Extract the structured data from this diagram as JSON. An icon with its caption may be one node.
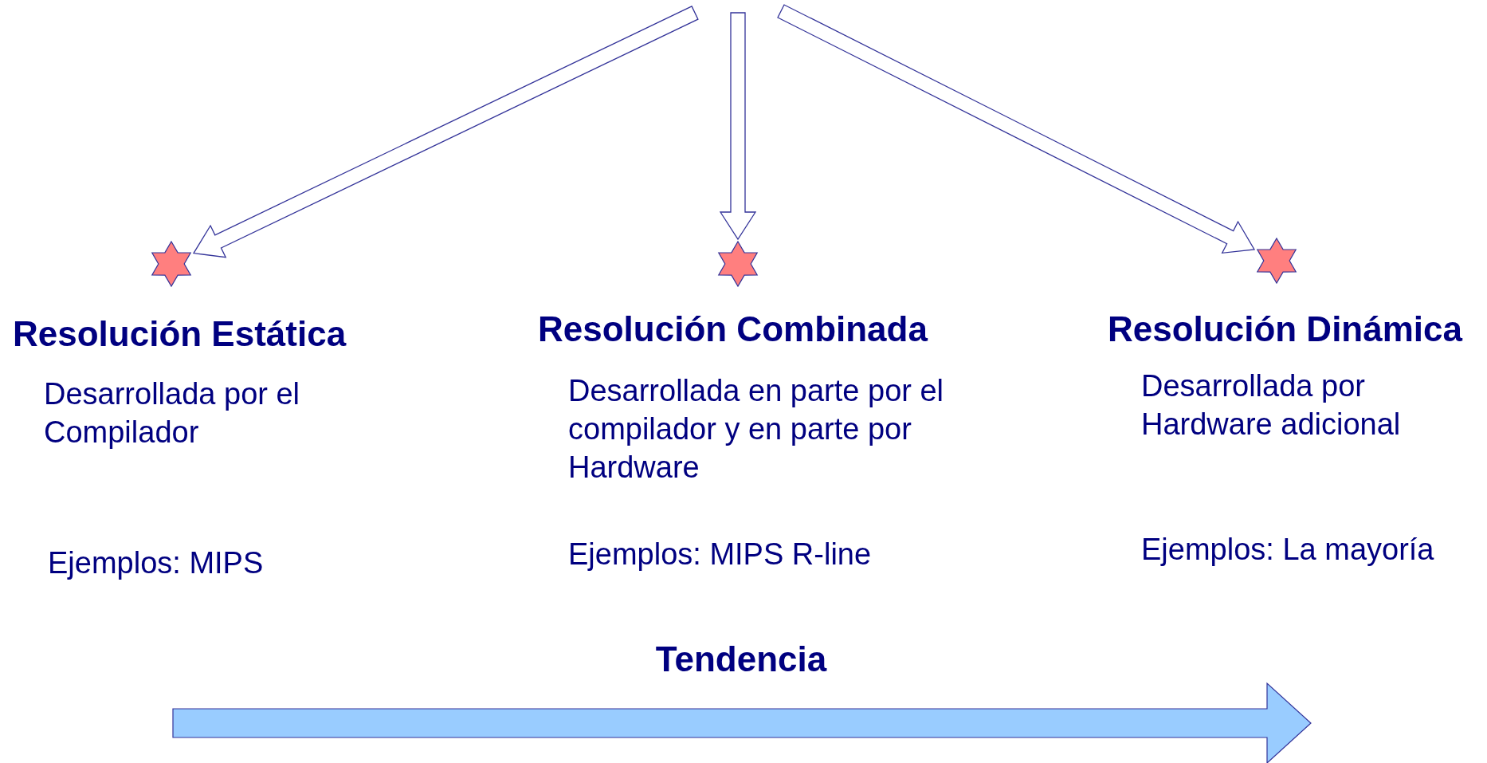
{
  "diagram": {
    "nodes": [
      {
        "text": [],
        "shape": "star",
        "beside": [
          "Resolución Estática"
        ]
      },
      {
        "text": [],
        "shape": "star",
        "beside": [
          "Resolución Combinada"
        ]
      },
      {
        "text": [],
        "shape": "star",
        "beside": [
          "Resolución Dinámica"
        ]
      }
    ],
    "edges": [
      {
        "from": null,
        "to": 0,
        "arrow": "to"
      },
      {
        "from": null,
        "to": 1,
        "arrow": "to"
      },
      {
        "from": null,
        "to": 2,
        "arrow": "to"
      }
    ],
    "labels": [
      "Desarrollada por el Compilador",
      "Ejemplos: MIPS",
      "Desarrollada en parte por el compilador y en parte por Hardware",
      "Ejemplos: MIPS R-line",
      "Desarrollada por Hardware adicional",
      "Ejemplos: La mayoría",
      "Tendencia"
    ]
  }
}
